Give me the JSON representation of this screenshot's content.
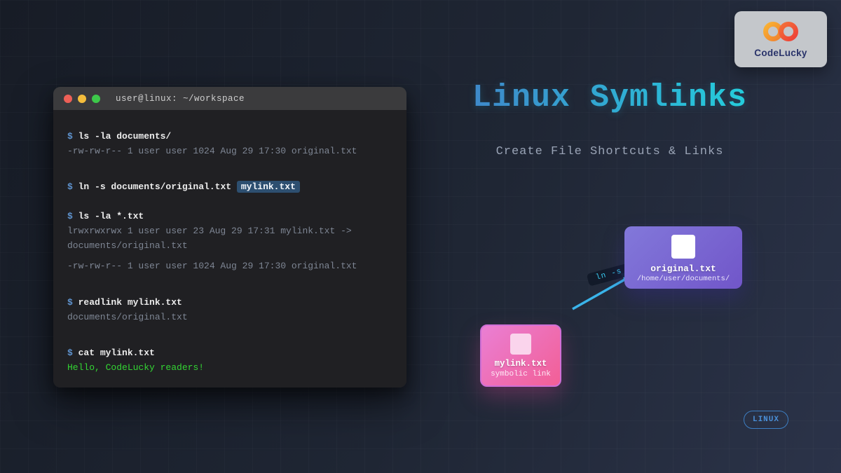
{
  "colors": {
    "background_start": "#171c26",
    "background_end": "#2b3349",
    "title_gradient_start": "#3f86c9",
    "title_gradient_end": "#23cfdc",
    "terminal_header_bg": "#3b3b3d",
    "terminal_body_bg": "#202023",
    "traffic_red": "#ee6057",
    "traffic_yellow": "#f4bd3c",
    "traffic_green": "#3dc84a",
    "prompt_blue": "#5f94d0",
    "command_text": "#ececec",
    "output_gray": "#7e8694",
    "success_green": "#33d433",
    "highlight_bg": "#2d4f70",
    "arrow_cyan": "#3ab4ea",
    "original_box_gradient": [
      "#8278da",
      "#7156c9"
    ],
    "mylink_box_gradient": [
      "#ea7fd4",
      "#f25f96"
    ],
    "badge_blue": "#4a90d9"
  },
  "header": {
    "title": "Linux Symlinks",
    "subtitle": "Create File Shortcuts & Links"
  },
  "logo": {
    "brand": "CodeLucky",
    "icon": "infinity-icon"
  },
  "terminal": {
    "window_title": "user@linux: ~/workspace",
    "traffic_lights": [
      "close",
      "minimize",
      "maximize"
    ],
    "lines": [
      {
        "type": "command",
        "prompt": "$",
        "text": "ls -la documents/"
      },
      {
        "type": "output",
        "text": "-rw-rw-r-- 1 user user 1024 Aug 29 17:30 original.txt"
      },
      {
        "type": "spacer",
        "h": 30
      },
      {
        "type": "command",
        "prompt": "$",
        "text": "ln -s documents/original.txt ",
        "highlight": "mylink.txt"
      },
      {
        "type": "spacer",
        "h": 21
      },
      {
        "type": "command",
        "prompt": "$",
        "text": "ls -la *.txt"
      },
      {
        "type": "output",
        "text": "lrwxrwxrwx 1 user user 23 Aug 29 17:31 mylink.txt ->"
      },
      {
        "type": "output",
        "text": "documents/original.txt"
      },
      {
        "type": "spacer",
        "h": 8
      },
      {
        "type": "output",
        "text": "-rw-rw-r-- 1 user user 1024 Aug 29 17:30 original.txt"
      },
      {
        "type": "spacer",
        "h": 31
      },
      {
        "type": "command",
        "prompt": "$",
        "text": "readlink mylink.txt"
      },
      {
        "type": "output",
        "text": "documents/original.txt"
      },
      {
        "type": "spacer",
        "h": 30
      },
      {
        "type": "command",
        "prompt": "$",
        "text": "cat mylink.txt"
      },
      {
        "type": "output",
        "text": "Hello, CodeLucky readers!",
        "color": "#33d433"
      }
    ]
  },
  "diagram": {
    "arrow_label": "ln -s",
    "original_file": {
      "icon": "file-icon",
      "name": "original.txt",
      "path": "/home/user/documents/"
    },
    "symlink_file": {
      "icon": "file-icon",
      "name": "mylink.txt",
      "type_label": "symbolic link"
    }
  },
  "badge": {
    "label": "LINUX"
  }
}
